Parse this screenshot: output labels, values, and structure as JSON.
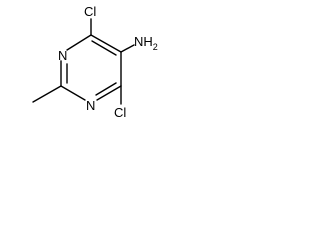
{
  "molecule": {
    "atoms": {
      "n_upper": "N",
      "n_lower": "N",
      "cl_top": "Cl",
      "cl_bottom": "Cl",
      "nh2": "NH",
      "nh2_subscript": "2"
    }
  }
}
